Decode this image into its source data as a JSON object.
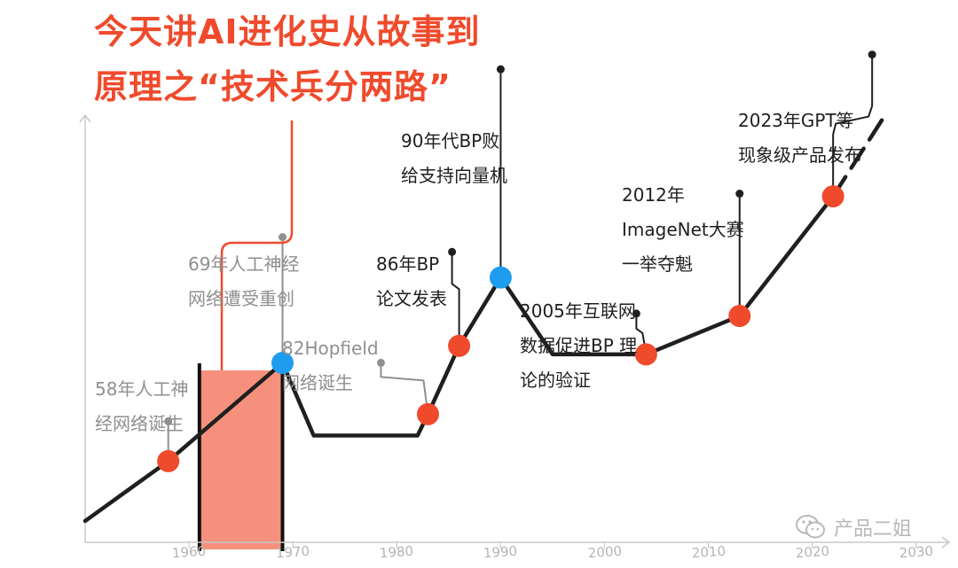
{
  "title": {
    "line1": "今天讲AI进化史从故事到",
    "line2": "原理之“技术兵分两路”"
  },
  "annotations": [
    {
      "id": "ann-1958",
      "lines": [
        "58年人工神",
        "经网络诞生"
      ],
      "tone": "grey"
    },
    {
      "id": "ann-1969",
      "lines": [
        "69年人工神经",
        "网络遭受重创"
      ],
      "tone": "grey"
    },
    {
      "id": "ann-1982",
      "lines": [
        "82Hopfield",
        "网络诞生"
      ],
      "tone": "grey"
    },
    {
      "id": "ann-1986",
      "lines": [
        "86年BP",
        "论文发表"
      ],
      "tone": "dark"
    },
    {
      "id": "ann-1990",
      "lines": [
        "90年代BP败",
        "给支持向量机"
      ],
      "tone": "dark"
    },
    {
      "id": "ann-2005",
      "lines": [
        "2005年互联网",
        "数据促进BP 理",
        "论的验证"
      ],
      "tone": "dark"
    },
    {
      "id": "ann-2012",
      "lines": [
        "2012年",
        "ImageNet大赛",
        "一举夺魁"
      ],
      "tone": "dark"
    },
    {
      "id": "ann-2023",
      "lines": [
        "2023年GPT等",
        "现象级产品发布"
      ],
      "tone": "dark"
    }
  ],
  "x_ticks": [
    "1960",
    "1970",
    "1980",
    "1990",
    "2000",
    "2010",
    "2020",
    "2030"
  ],
  "watermark": {
    "text": "产品二姐",
    "icon": "wechat-icon"
  },
  "colors": {
    "title": "#f04a2c",
    "marker_red": "#f04a2c",
    "marker_blue": "#1e9df0",
    "line": "#1f1f1f",
    "highlight_band": "#f5907c",
    "axis": "#c8c8c8"
  },
  "chart_data": {
    "type": "line",
    "xlim": [
      1950,
      2033
    ],
    "ylim": [
      0,
      10
    ],
    "grid": false,
    "legend": "none",
    "series": [
      {
        "x": [
          1950,
          1958,
          1969,
          1972,
          1982,
          1983,
          1986,
          1990,
          1995,
          2004,
          2013,
          2022
        ],
        "y": [
          0.5,
          1.9,
          4.2,
          2.5,
          2.5,
          3.0,
          4.6,
          6.2,
          4.4,
          4.4,
          5.3,
          8.1
        ]
      }
    ],
    "projection": {
      "x": [
        2022,
        2027
      ],
      "y": [
        8.1,
        10.0
      ],
      "style": "dashed"
    },
    "markers": [
      {
        "x": 1958,
        "y": 1.9,
        "color": "red"
      },
      {
        "x": 1969,
        "y": 4.2,
        "color": "blue"
      },
      {
        "x": 1983,
        "y": 3.0,
        "color": "red"
      },
      {
        "x": 1986,
        "y": 4.6,
        "color": "red"
      },
      {
        "x": 1990,
        "y": 6.2,
        "color": "blue"
      },
      {
        "x": 2004,
        "y": 4.4,
        "color": "red"
      },
      {
        "x": 2013,
        "y": 5.3,
        "color": "red"
      },
      {
        "x": 2022,
        "y": 8.1,
        "color": "red"
      }
    ],
    "highlight_band": {
      "x": [
        1961,
        1969
      ]
    },
    "xticks": [
      1960,
      1970,
      1980,
      1990,
      2000,
      2010,
      2020,
      2030
    ]
  }
}
